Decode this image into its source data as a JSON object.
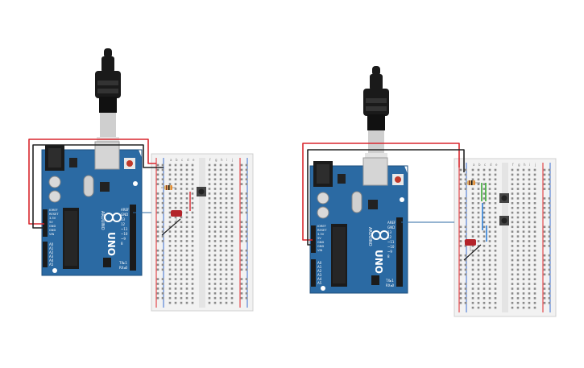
{
  "colors": {
    "board": "#2b6aa3",
    "board_dark": "#1e4f7d",
    "wire_red": "#d9272e",
    "wire_black": "#222222",
    "wire_green": "#3aa935",
    "wire_blue": "#2e7fd6",
    "breadboard": "#f2f2f2",
    "rail_red": "#e0262b",
    "rail_blue": "#3a6fd1",
    "led_red": "#b3242a"
  },
  "icons": {
    "usb_cable": "usb-cable-icon",
    "led": "led-icon",
    "resistor": "resistor-icon",
    "pushbutton": "pushbutton-icon"
  },
  "circuits": [
    {
      "id": "left",
      "board": {
        "logo_text": "ARDUINO",
        "model": "UNO",
        "header_labels": [
          "AREF",
          "GND",
          "13",
          "12",
          "~11",
          "~10",
          "~9",
          "8"
        ],
        "tx_label": "TX▸1",
        "rx_label": "RX◂0",
        "power_labels": [
          "IOREF",
          "RESET",
          "3.3V",
          "5V",
          "GND",
          "GND",
          "VIN"
        ],
        "analog_labels": [
          "A0",
          "A1",
          "A2",
          "A3",
          "A4",
          "A5"
        ]
      },
      "breadboard": {
        "column_letters": [
          "a",
          "b",
          "c",
          "d",
          "e",
          "f",
          "g",
          "h",
          "i",
          "j"
        ]
      }
    },
    {
      "id": "right",
      "board": {
        "logo_text": "ARDUINO",
        "model": "UNO",
        "header_labels": [
          "AREF",
          "GND",
          "13",
          "12",
          "~11",
          "~10",
          "~9",
          "8"
        ],
        "tx_label": "TX▸1",
        "rx_label": "RX◂0",
        "power_labels": [
          "IOREF",
          "RESET",
          "3.3V",
          "5V",
          "GND",
          "GND",
          "VIN"
        ],
        "analog_labels": [
          "A0",
          "A1",
          "A2",
          "A3",
          "A4",
          "A5"
        ]
      },
      "breadboard": {
        "column_letters": [
          "a",
          "b",
          "c",
          "d",
          "e",
          "f",
          "g",
          "h",
          "i",
          "j"
        ]
      }
    }
  ]
}
